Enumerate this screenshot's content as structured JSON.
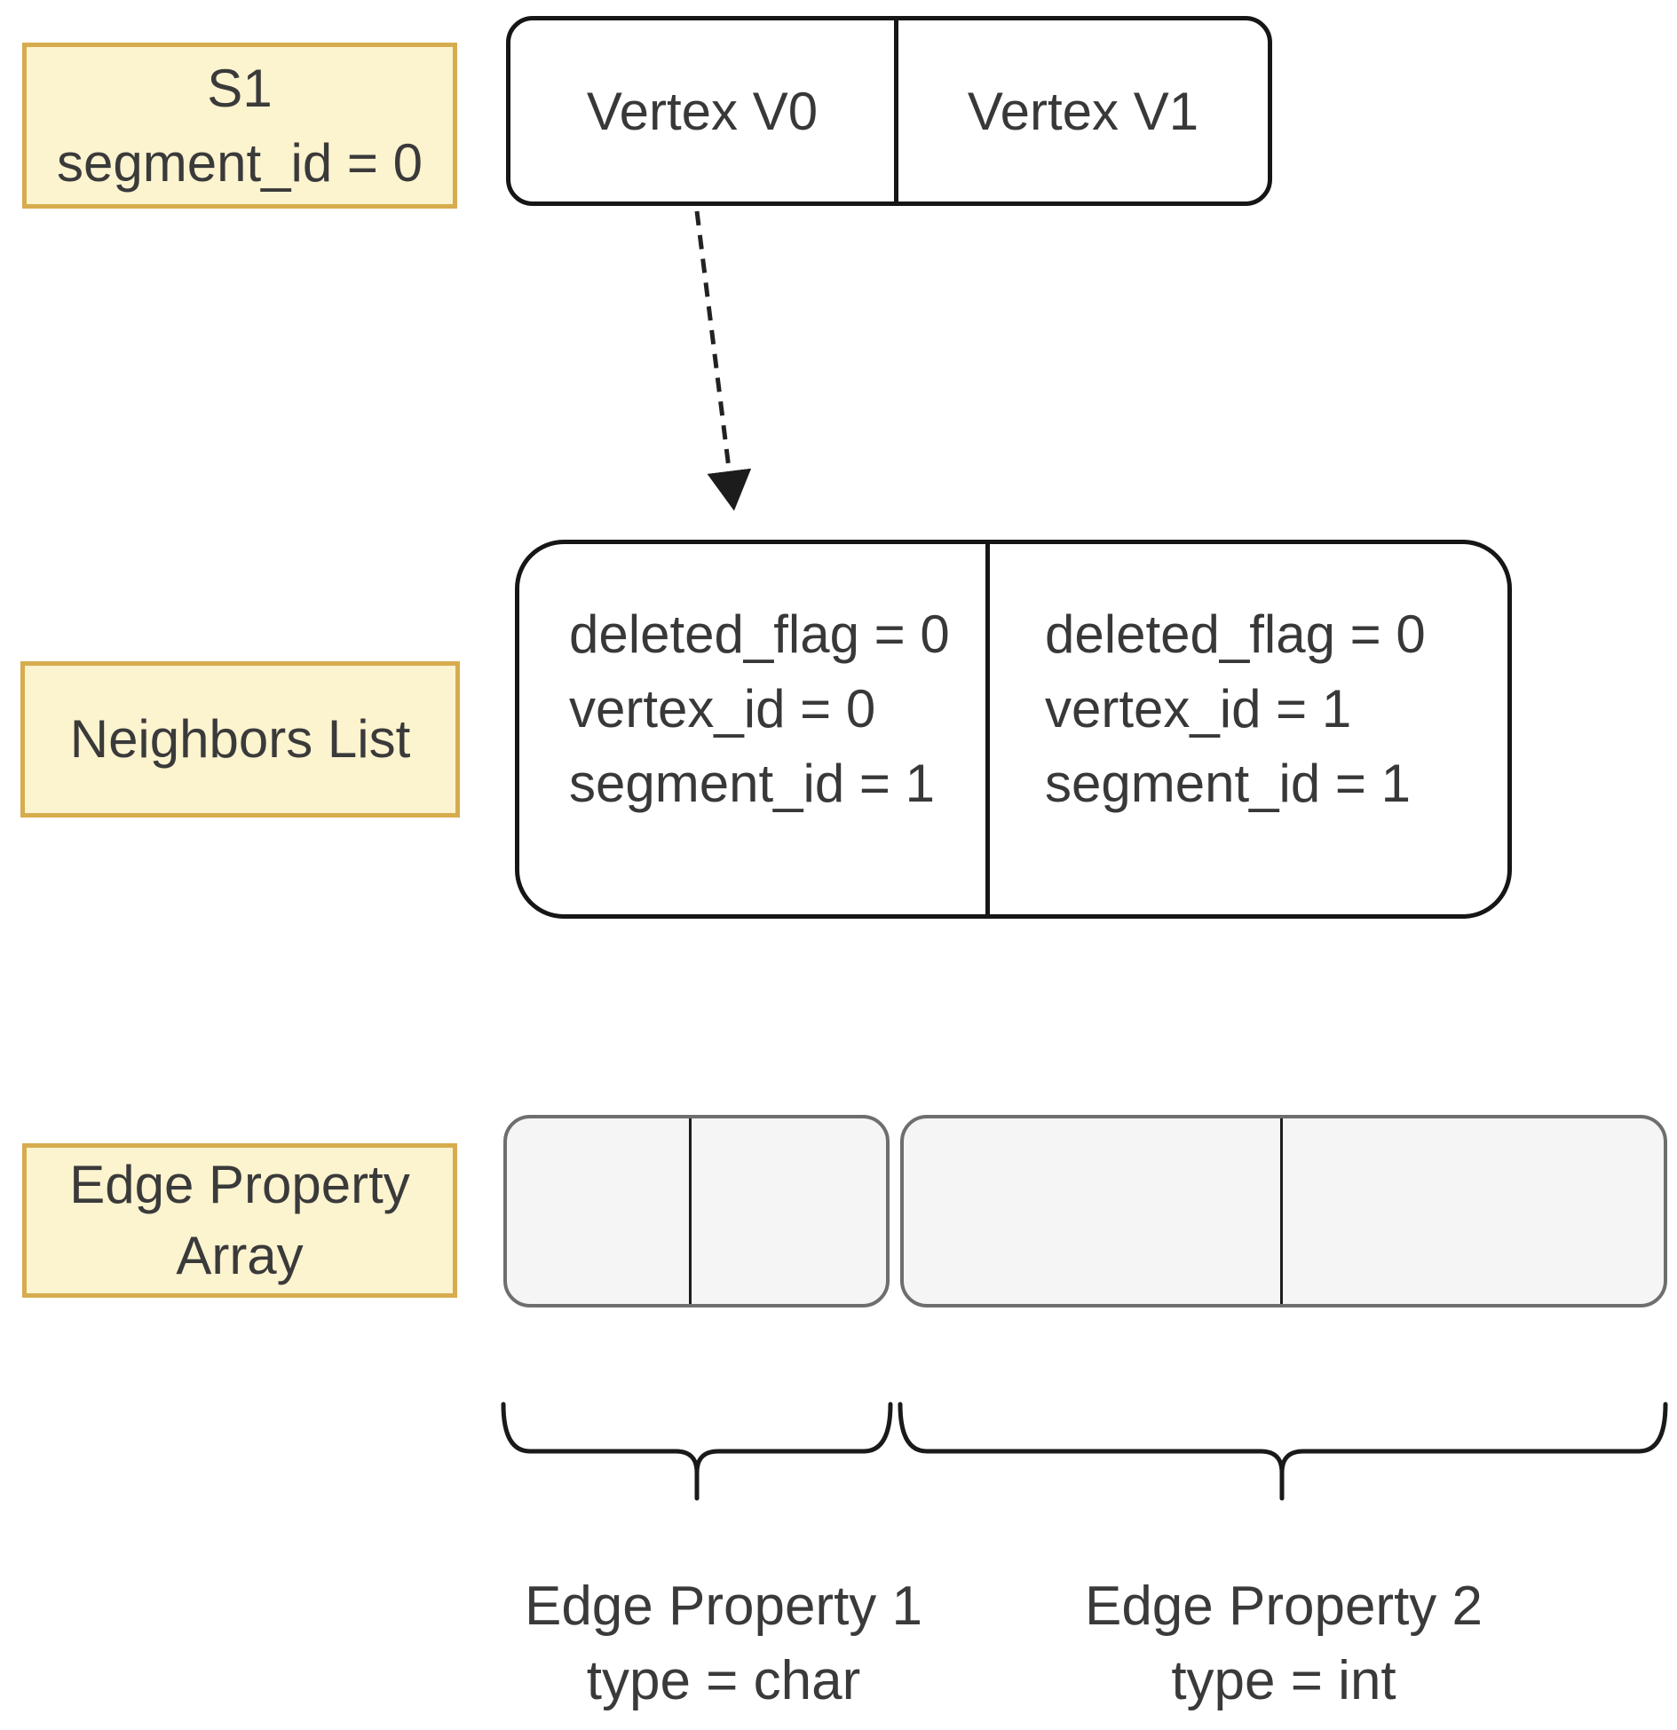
{
  "diagram": {
    "title_semantics": "segment memory layout diagram",
    "colors": {
      "label_fill": "#fcf3cf",
      "label_border": "#d6ac4e",
      "record_border": "#161616",
      "gray_fill": "#f5f5f5",
      "gray_border": "#6e6e6e",
      "text": "#383838"
    },
    "segment_label": {
      "line1": "S1",
      "line2": "segment_id = 0"
    },
    "vertex_row": {
      "cells": [
        "Vertex V0",
        "Vertex V1"
      ]
    },
    "neighbors_label": "Neighbors List",
    "neighbors_row": {
      "cells": [
        {
          "lines": [
            "deleted_flag = 0",
            "vertex_id = 0",
            "segment_id = 1"
          ]
        },
        {
          "lines": [
            "deleted_flag = 0",
            "vertex_id = 1",
            "segment_id = 1"
          ]
        }
      ]
    },
    "edge_array_label": {
      "line1": "Edge Property",
      "line2": "Array"
    },
    "edge_property_captions": [
      {
        "title": "Edge Property 1",
        "subtitle": "type = char"
      },
      {
        "title": "Edge Property 2",
        "subtitle": "type = int"
      }
    ]
  }
}
